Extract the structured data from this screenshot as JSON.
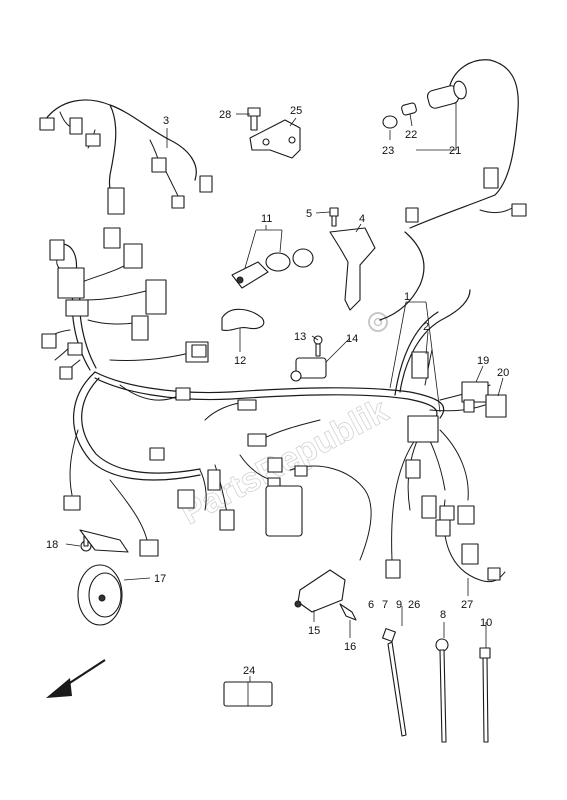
{
  "callouts": {
    "c1": "1",
    "c2": "2",
    "c3": "3",
    "c4": "4",
    "c5": "5",
    "c6": "6",
    "c7": "7",
    "c8": "8",
    "c9": "9",
    "c10": "10",
    "c11": "11",
    "c12": "12",
    "c13": "13",
    "c14": "14",
    "c15": "15",
    "c16": "16",
    "c17": "17",
    "c18": "18",
    "c19": "19",
    "c20": "20",
    "c21": "21",
    "c22": "22",
    "c23": "23",
    "c24": "24",
    "c25": "25",
    "c26": "26",
    "c27": "27",
    "c28": "28"
  },
  "watermark": "PartsRepublik"
}
